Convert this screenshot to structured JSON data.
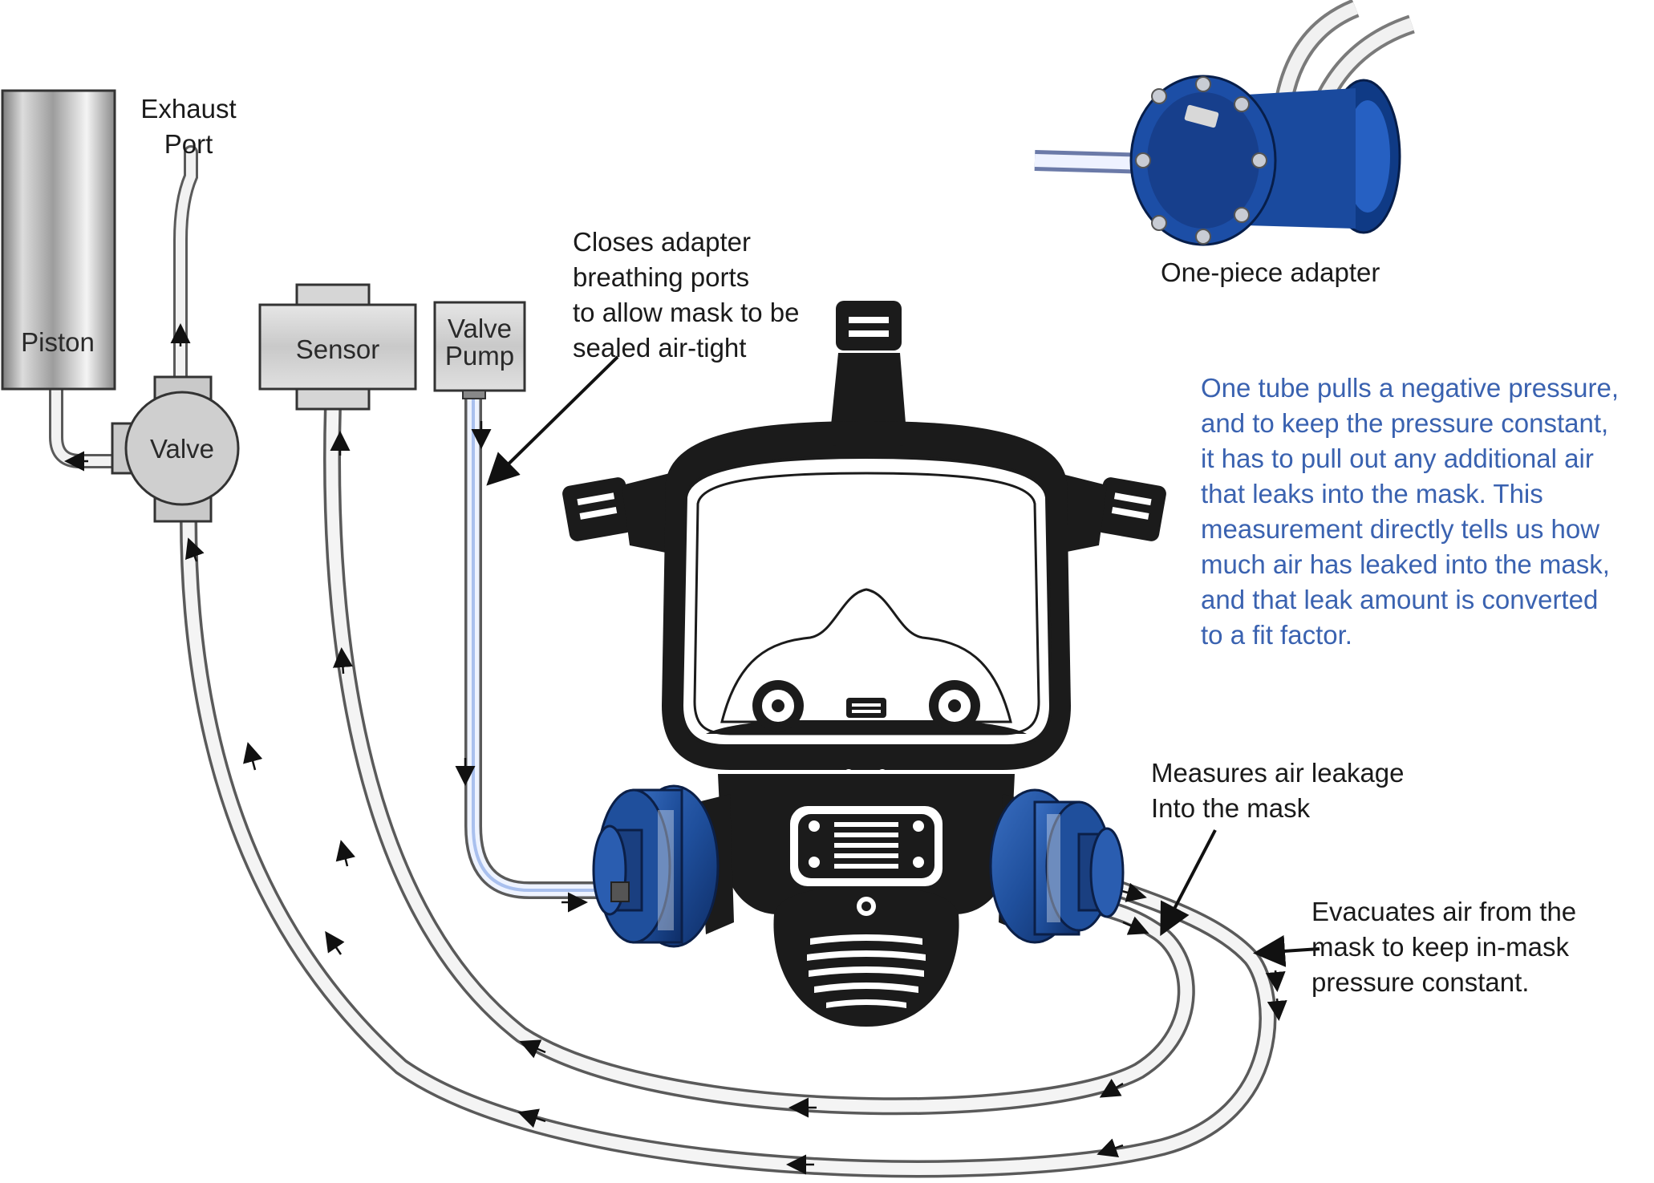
{
  "labels": {
    "piston": "Piston",
    "exhaust_port": [
      "Exhaust",
      "Port"
    ],
    "valve": "Valve",
    "sensor": "Sensor",
    "valve_pump": [
      "Valve",
      "Pump"
    ],
    "closes_adapter": [
      "Closes adapter",
      "breathing ports",
      "to allow mask to be",
      "sealed air-tight"
    ],
    "one_piece_adapter": "One-piece adapter",
    "measures_leakage": [
      "Measures air leakage",
      "Into the mask"
    ],
    "evacuates_air": [
      "Evacuates air from the",
      "mask to keep in-mask",
      "pressure constant."
    ]
  },
  "explanation": [
    "One tube pulls a negative pressure,",
    "and to keep the pressure constant,",
    "it has to pull out any additional air",
    "that leaks into the mask. This",
    "measurement directly tells us how",
    "much air has leaked into the mask,",
    "and that leak amount is converted",
    "to a fit factor."
  ],
  "colors": {
    "explanation_text": "#3a62b0",
    "filter_blue": "#1f4f9c",
    "tube_highlight": "#a9c0ee",
    "mask": "#1b1b1b"
  },
  "icons": [
    "respirator-mask-icon",
    "one-piece-adapter-icon",
    "flow-arrow-icon"
  ]
}
